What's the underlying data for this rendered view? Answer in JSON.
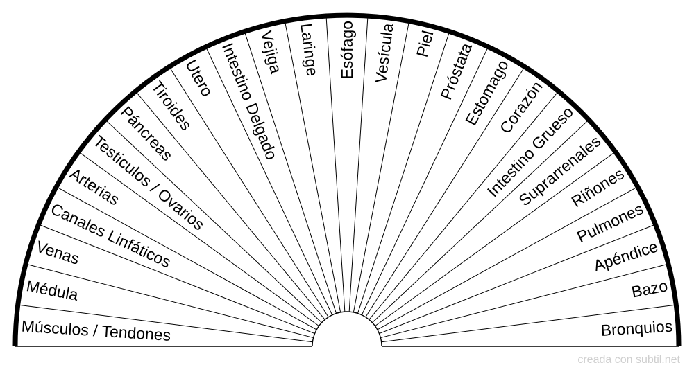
{
  "diagram": {
    "labels": [
      "Músculos / Tendones",
      "Médula",
      "Venas",
      "Canales Linfáticos",
      "Arterias",
      "Testiculos / Ovarios",
      "Páncreas",
      "Tiroides",
      "Utero",
      "Intestino Delgado",
      "Vejiga",
      "Laringe",
      "Esófago",
      "Vesícula",
      "Piel",
      "Próstata",
      "Estomago",
      "Corazón",
      "Intestino Grueso",
      "Suprarrenales",
      "Riñones",
      "Pulmones",
      "Apéndice",
      "Bazo",
      "Bronquios"
    ]
  },
  "footer": {
    "credit": "creada con subtil.net"
  }
}
